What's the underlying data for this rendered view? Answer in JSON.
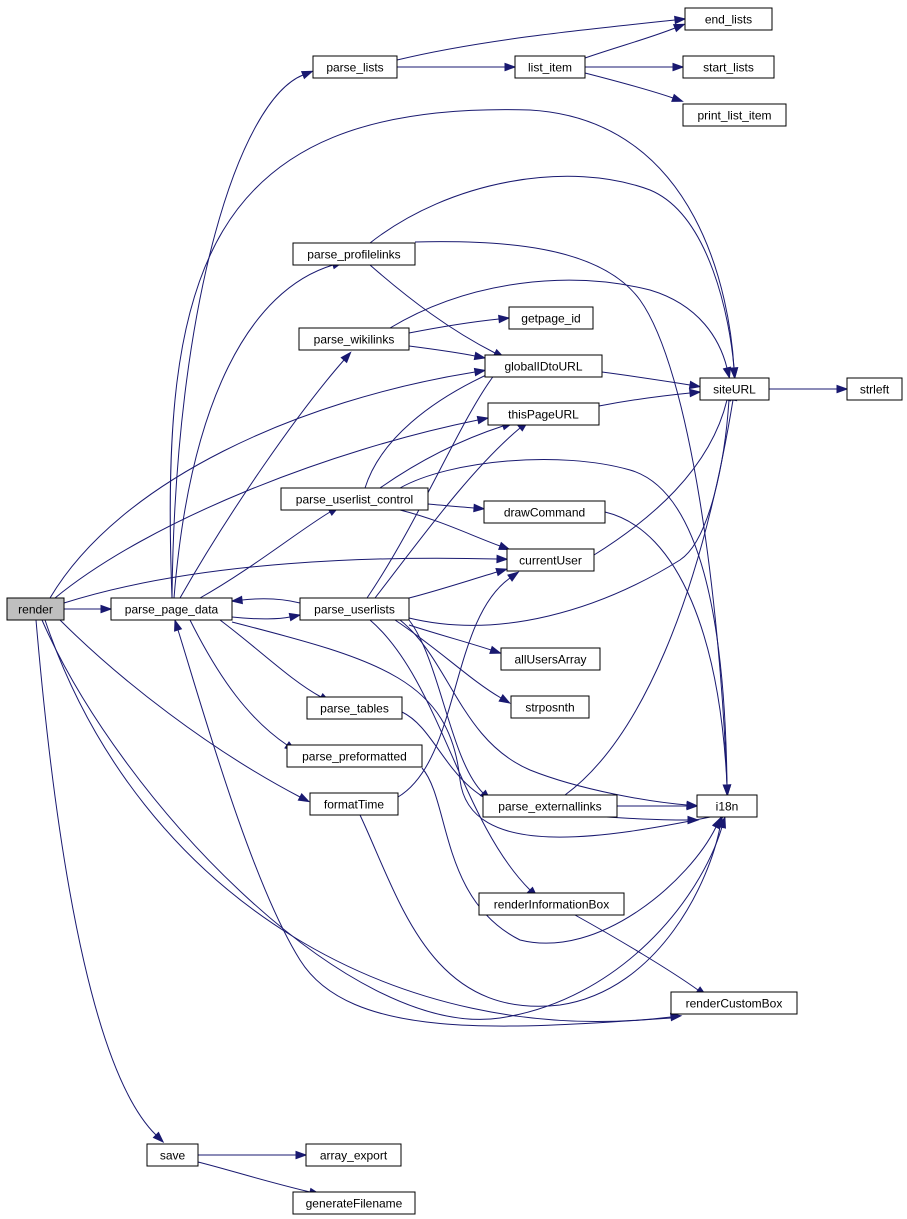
{
  "colors": {
    "edge": "#191970",
    "node_fill": "#ffffff",
    "root_fill": "#bfbfbf",
    "border": "#000000"
  },
  "nodes": {
    "render": "render",
    "parse_page_data": "parse_page_data",
    "parse_lists": "parse_lists",
    "list_item": "list_item",
    "end_lists": "end_lists",
    "start_lists": "start_lists",
    "print_list_item": "print_list_item",
    "parse_profilelinks": "parse_profilelinks",
    "parse_wikilinks": "parse_wikilinks",
    "getpage_id": "getpage_id",
    "globalIDtoURL": "globalIDtoURL",
    "siteURL": "siteURL",
    "strleft": "strleft",
    "thisPageURL": "thisPageURL",
    "parse_userlist_control": "parse_userlist_control",
    "drawCommand": "drawCommand",
    "currentUser": "currentUser",
    "parse_userlists": "parse_userlists",
    "allUsersArray": "allUsersArray",
    "strposnth": "strposnth",
    "parse_tables": "parse_tables",
    "parse_preformatted": "parse_preformatted",
    "formatTime": "formatTime",
    "parse_externallinks": "parse_externallinks",
    "i18n": "i18n",
    "renderInformationBox": "renderInformationBox",
    "renderCustomBox": "renderCustomBox",
    "save": "save",
    "array_export": "array_export",
    "generateFilename": "generateFilename"
  }
}
